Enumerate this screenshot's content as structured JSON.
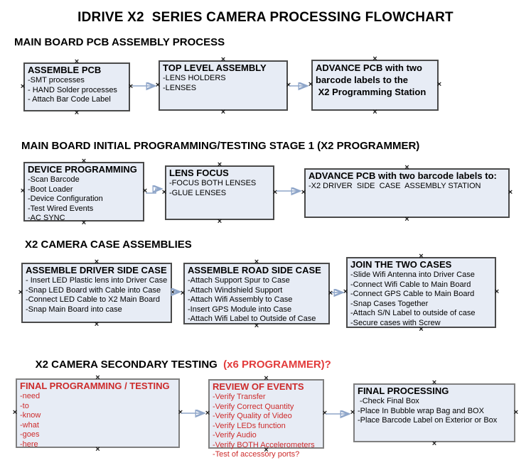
{
  "title": "IDRIVE X2  SERIES CAMERA PROCESSING FLOWCHART",
  "colors": {
    "box_fill": "#e7ecf5",
    "box_border_dark": "#4a4a4a",
    "box_border_gray": "#7f7f7f",
    "arrow_line": "#8fa6c9",
    "arrow_head": "#2e4a99",
    "red_box_text": "#cd2b2b",
    "red_header_text": "#e23b3b"
  },
  "sections": {
    "s1": {
      "label": "MAIN BOARD PCB ASSEMBLY PROCESS"
    },
    "s2": {
      "label": "MAIN BOARD INITIAL PROGRAMMING/TESTING STAGE 1 (X2 PROGRAMMER)"
    },
    "s3": {
      "label": "X2 CAMERA CASE ASSEMBLIES"
    },
    "s4": {
      "label_black": "X2 CAMERA SECONDARY TESTING  ",
      "label_red": "(x6 PROGRAMMER)?"
    }
  },
  "boxes": {
    "r1b1": {
      "title": "ASSEMBLE PCB",
      "lines": [
        "-SMT processes",
        "- HAND Solder processes",
        "- Attach Bar Code Label"
      ]
    },
    "r1b2": {
      "title": "TOP LEVEL ASSEMBLY",
      "lines": [
        "-LENS HOLDERS",
        "-LENSES"
      ]
    },
    "r1b3": {
      "lines": [
        "ADVANCE PCB with two",
        "barcode labels to the",
        " X2 Programming Station"
      ]
    },
    "r2b1": {
      "title": "DEVICE PROGRAMMING",
      "lines": [
        "-Scan Barcode",
        "-Boot Loader",
        "-Device Configuration",
        "-Test Wired Events",
        "-AC SYNC"
      ]
    },
    "r2b2": {
      "title": "LENS FOCUS",
      "lines": [
        "-FOCUS BOTH LENSES",
        "-GLUE LENSES"
      ]
    },
    "r2b3": {
      "title": "ADVANCE PCB with two barcode labels to:",
      "lines": [
        "-X2 DRIVER  SIDE  CASE  ASSEMBLY STATION"
      ]
    },
    "r3b1": {
      "title": "ASSEMBLE DRIVER SIDE CASE",
      "lines": [
        "- Insert LED Plastic lens into Driver Case",
        "-Snap LED Board with Cable into Case",
        "-Connect LED Cable to X2 Main Board",
        "-Snap Main Board into case"
      ]
    },
    "r3b2": {
      "title": "ASSEMBLE ROAD SIDE CASE",
      "lines": [
        "-Attach Support Spur to Case",
        "-Attach Windshield Support",
        "-Attach Wifi Assembly to Case",
        "-Insert GPS Module into Case",
        "-Attach Wifi Label to Outside of Case"
      ]
    },
    "r3b3": {
      "title": "JOIN THE TWO CASES",
      "lines": [
        "-Slide Wifi Antenna into Driver Case",
        "-Connect Wifi Cable to Main Board",
        "-Connect GPS Cable to Main Board",
        "-Snap Cases Together",
        "-Attach S/N Label to outside of case",
        "-Secure cases with Screw"
      ]
    },
    "r4b1": {
      "title": "FINAL PROGRAMMING / TESTING",
      "lines": [
        "-need",
        "-to",
        "-know",
        "-what",
        "-goes",
        "-here"
      ]
    },
    "r4b2": {
      "title": "REVIEW OF EVENTS",
      "lines": [
        "-Verify Transfer",
        "-Verify Correct Quantity",
        "-Verify Quality of Video",
        "-Verify LEDs function",
        "-Verify Audio",
        "-Verify BOTH Accelerometers",
        "-Test of accessory ports?"
      ]
    },
    "r4b3": {
      "title": "FINAL PROCESSING",
      "lines": [
        " -Check Final Box",
        "-Place In Bubble wrap Bag and BOX",
        "-Place Barcode Label on Exterior or Box"
      ]
    }
  }
}
